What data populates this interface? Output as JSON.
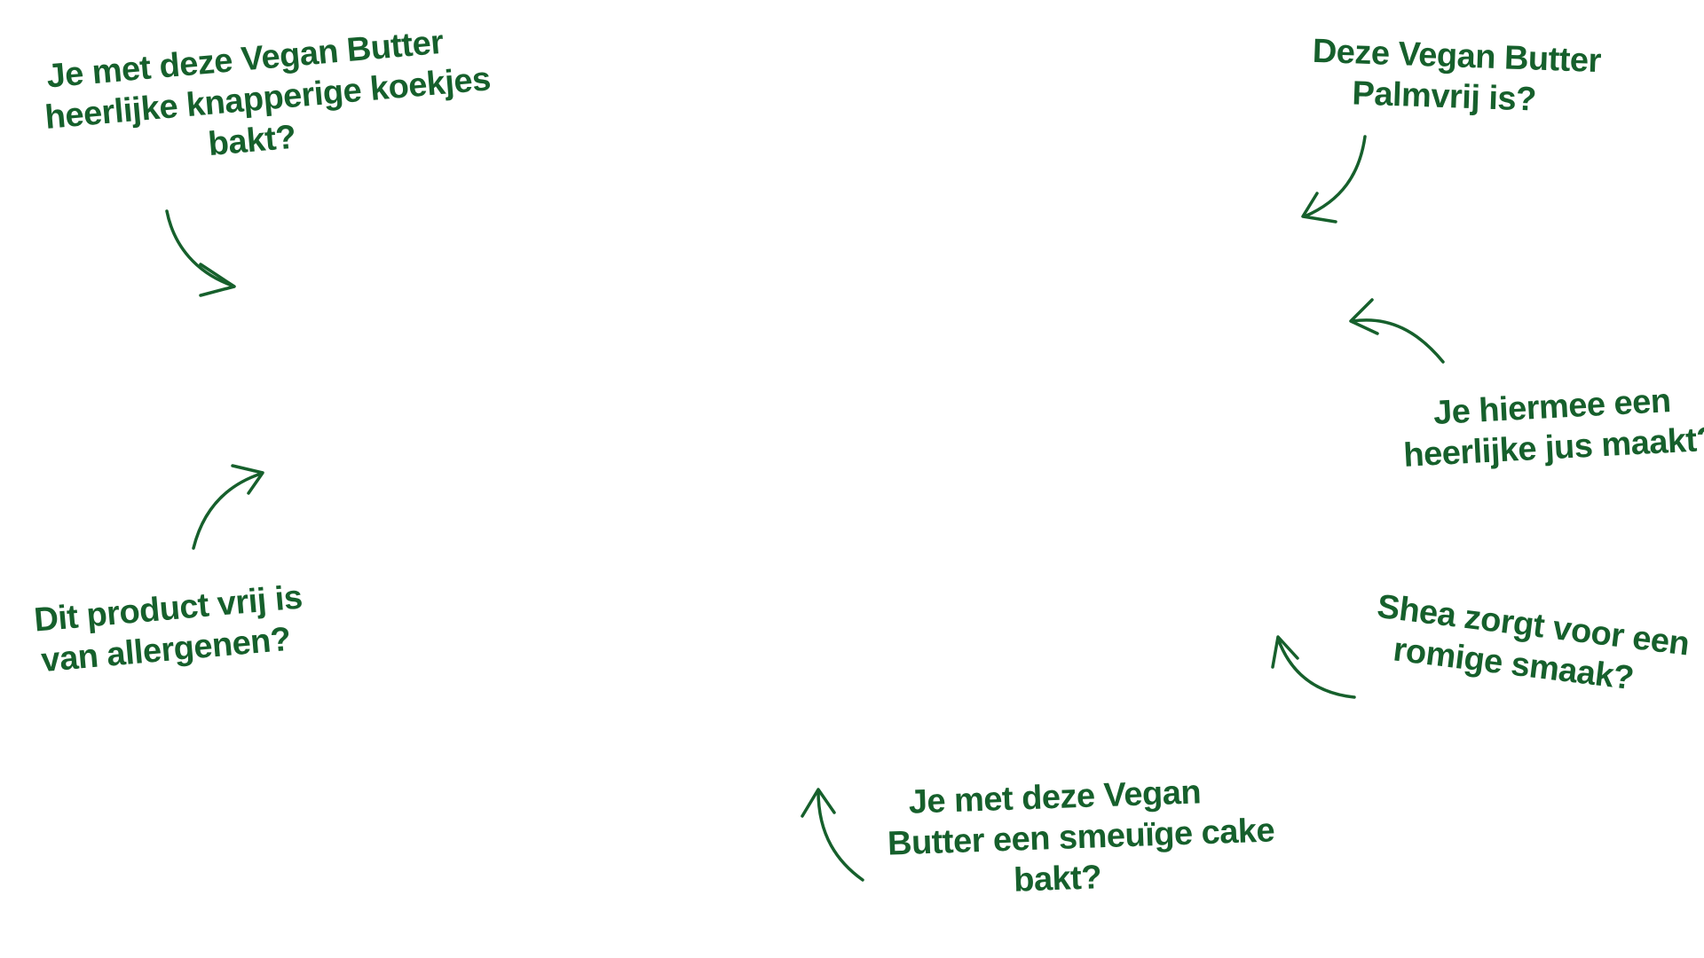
{
  "brand_color": "#16602c",
  "callouts": {
    "cookies": {
      "lines": [
        "Je met deze Vegan Butter",
        "heerlijke knapperige koekjes",
        "bakt?"
      ],
      "arrow_icon": "curved-arrow-down-right"
    },
    "palm_free": {
      "lines": [
        "Deze Vegan Butter",
        "Palmvrij is?"
      ],
      "arrow_icon": "curved-arrow-down-left"
    },
    "gravy": {
      "lines": [
        "Je hiermee een",
        "heerlijke jus maakt?"
      ],
      "arrow_icon": "curved-arrow-up-left"
    },
    "allergens": {
      "lines": [
        "Dit product vrij is",
        "van allergenen?"
      ],
      "arrow_icon": "curved-arrow-up-right"
    },
    "shea": {
      "lines": [
        "Shea zorgt voor een",
        "romige smaak?"
      ],
      "arrow_icon": "curved-arrow-up-left"
    },
    "cake": {
      "lines": [
        "Je met deze Vegan",
        "Butter een smeuïge cake",
        "bakt?"
      ],
      "arrow_icon": "curved-arrow-up"
    }
  }
}
